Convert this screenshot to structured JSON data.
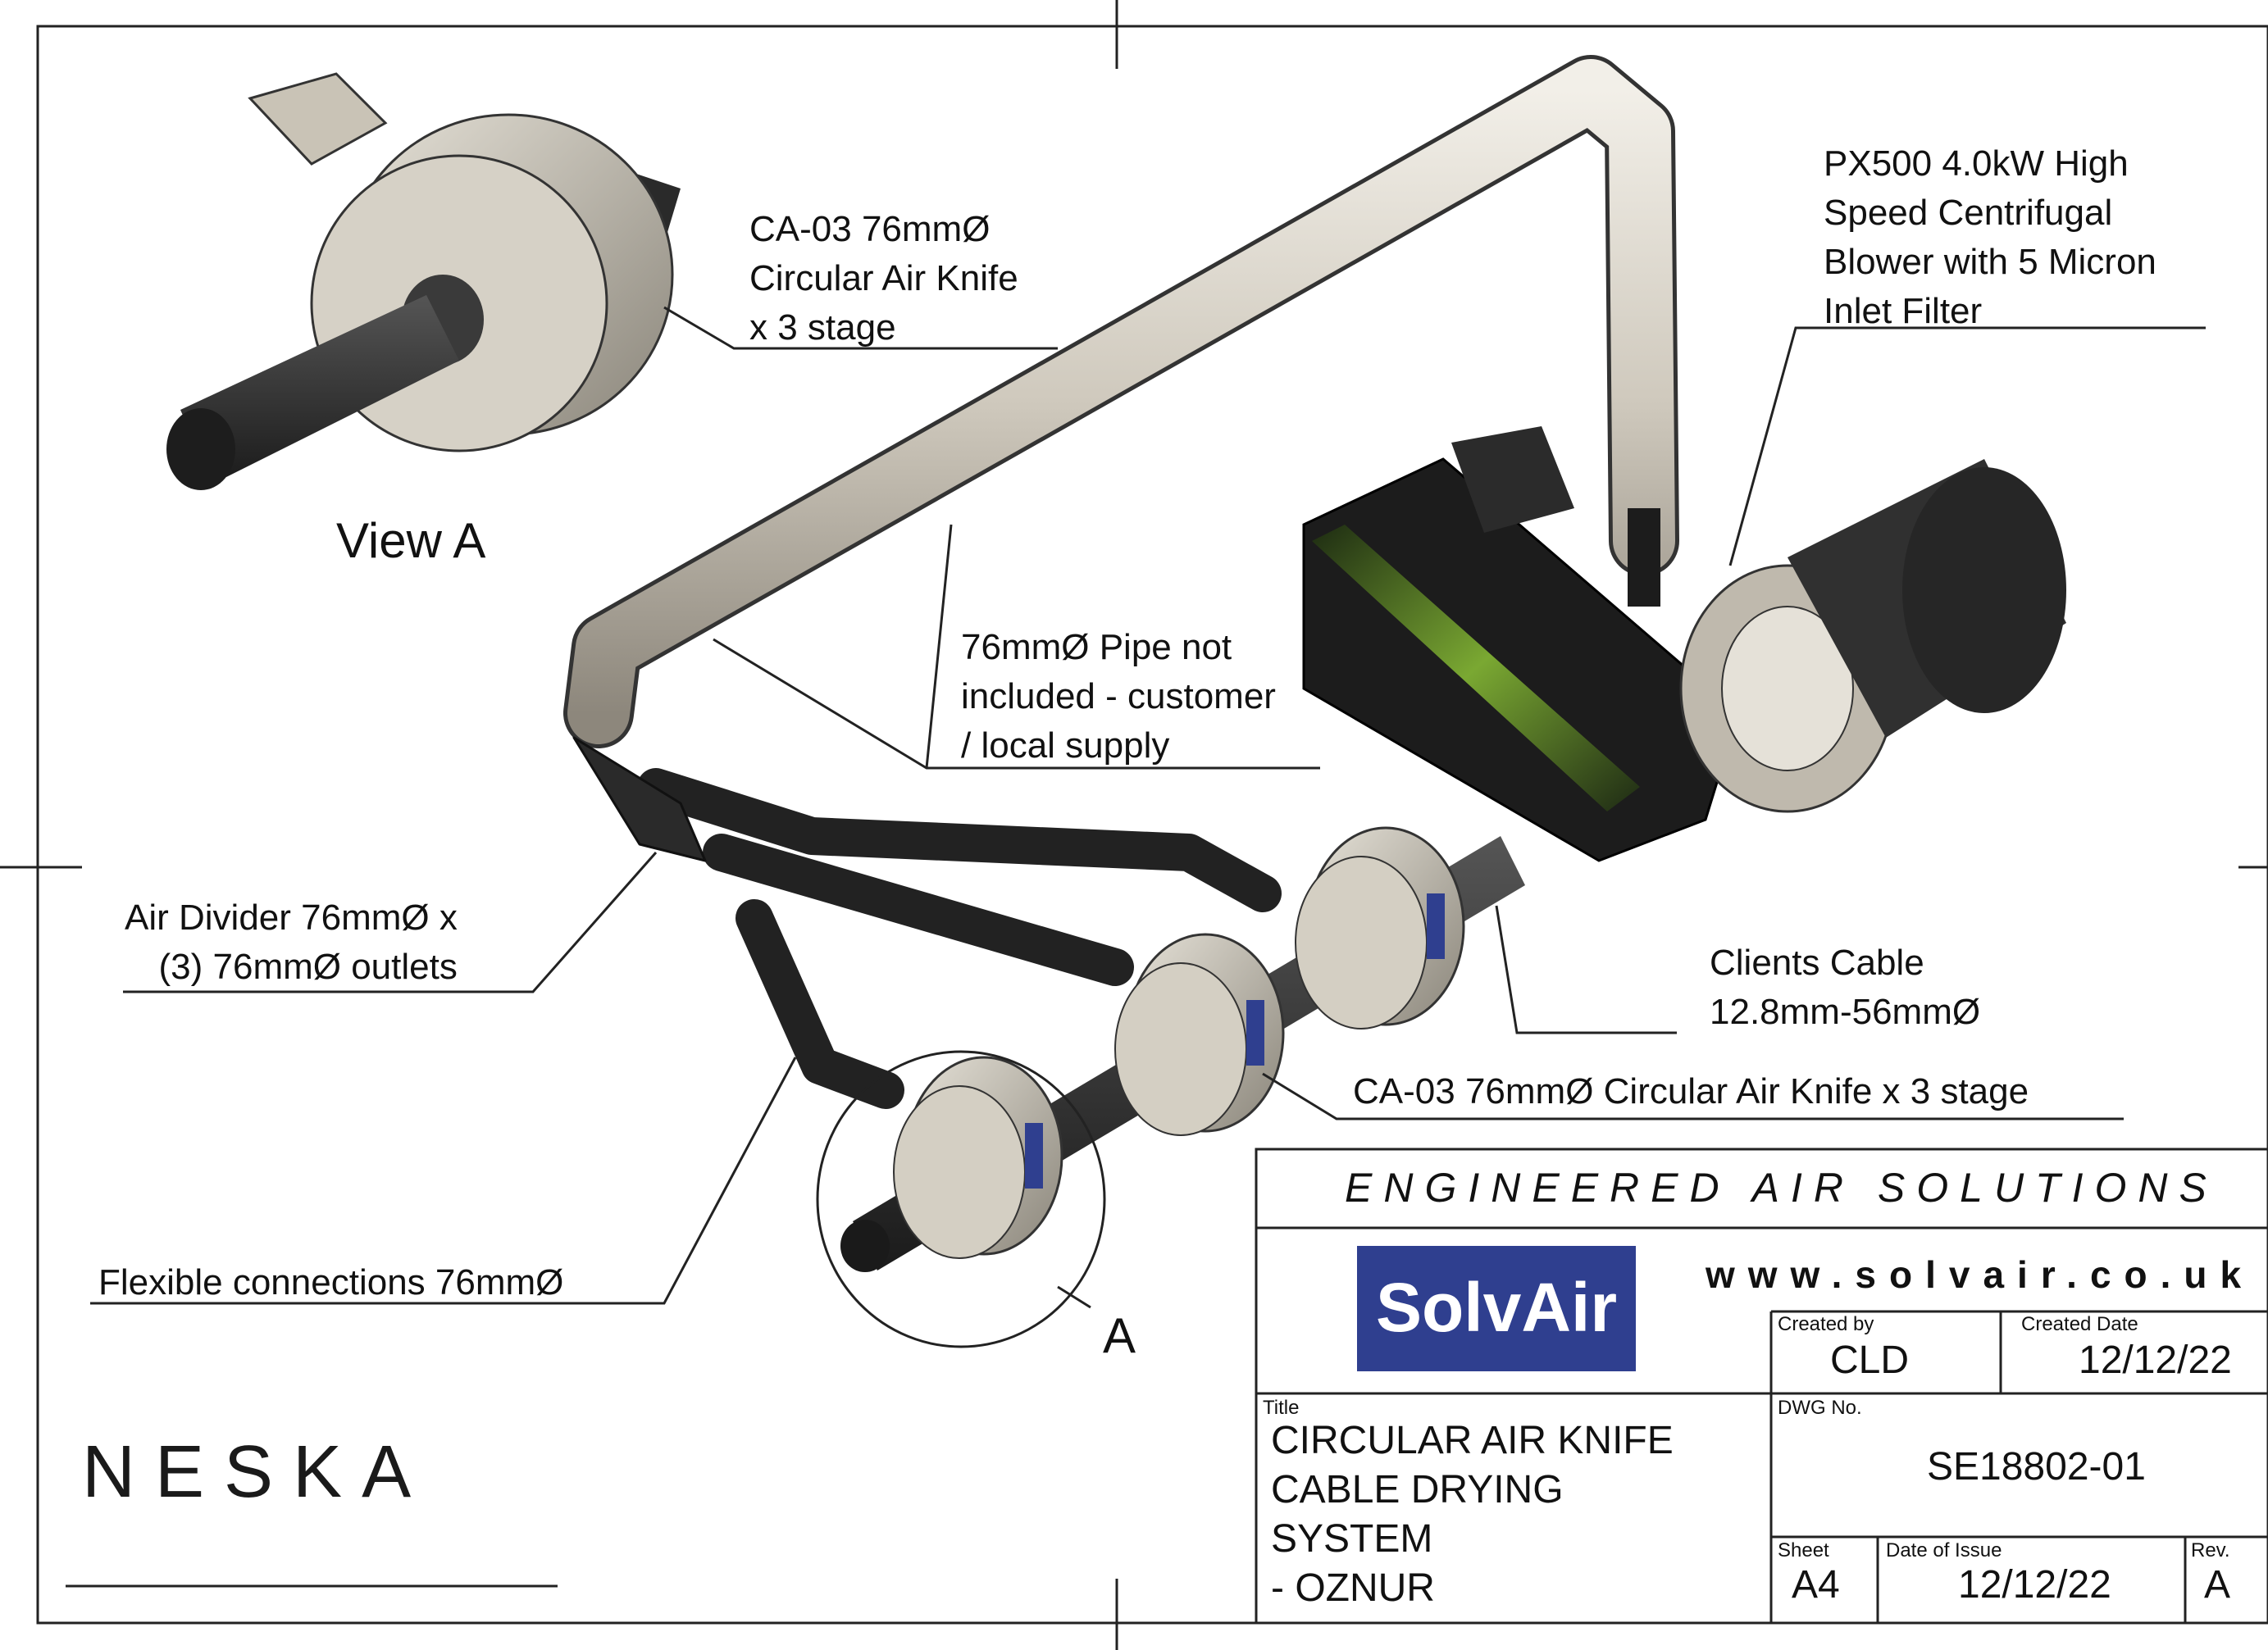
{
  "labels": {
    "view_a": "View A",
    "detail_a": "A",
    "ca03_top": [
      "CA-03 76mmØ",
      "Circular Air Knife",
      "x 3 stage"
    ],
    "blower": [
      "PX500 4.0kW High",
      "Speed Centrifugal",
      "Blower with 5 Micron",
      "Inlet Filter"
    ],
    "pipe": [
      "76mmØ Pipe not",
      "included - customer",
      "/ local supply"
    ],
    "divider": [
      "Air Divider 76mmØ x",
      "(3) 76mmØ outlets"
    ],
    "cable": [
      "Clients Cable",
      "12.8mm-56mmØ"
    ],
    "ca03_bottom": "CA-03 76mmØ Circular Air Knife x 3 stage",
    "flexible": "Flexible connections 76mmØ"
  },
  "title_block": {
    "heading": "ENGINEERED AIR SOLUTIONS",
    "logo_text": "SolvAir",
    "website": "www.solvair.co.uk",
    "created_by_label": "Created by",
    "created_by": "CLD",
    "created_date_label": "Created Date",
    "created_date": "12/12/22",
    "title_label": "Title",
    "title_lines": [
      "CIRCULAR AIR KNIFE",
      "CABLE DRYING",
      "SYSTEM",
      "- OZNUR"
    ],
    "dwg_label": "DWG No.",
    "dwg_no": "SE18802-01",
    "sheet_label": "Sheet",
    "sheet": "A4",
    "issue_label": "Date of Issue",
    "issue_date": "12/12/22",
    "rev_label": "Rev.",
    "rev": "A"
  },
  "brand": {
    "neska": "NESKA",
    "accent_color": "#2f3f8f",
    "neska_accent": "#3aa655"
  }
}
